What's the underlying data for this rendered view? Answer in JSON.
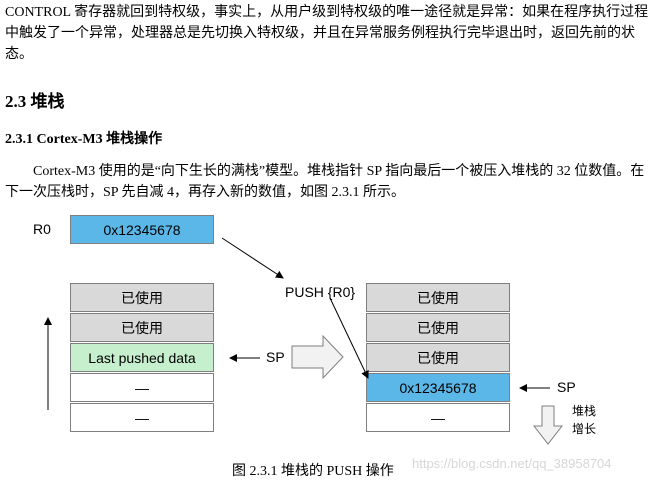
{
  "paragraphs": {
    "intro": "CONTROL 寄存器就回到特权级，事实上，从用户级到特权级的唯一途径就是异常：如果在程序执行过程中触发了一个异常，处理器总是先切换入特权级，并且在异常服务例程执行完毕退出时，返回先前的状态。",
    "section_title": "2.3  堆栈",
    "subsection_title": "2.3.1 Cortex-M3 堆栈操作",
    "body": "Cortex-M3 使用的是“向下生长的满栈”模型。堆栈指针 SP 指向最后一个被压入堆栈的 32 位数值。在下一次压栈时，SP 先自减 4，再存入新的数值，如图 2.3.1 所示。"
  },
  "figure": {
    "register_label": "R0",
    "register_value": "0x12345678",
    "push_label": "PUSH {R0}",
    "left_stack": [
      "已使用",
      "已使用",
      "Last pushed data",
      "—",
      "—"
    ],
    "right_stack": [
      "已使用",
      "已使用",
      "已使用",
      "0x12345678",
      "—"
    ],
    "sp_left": "SP",
    "sp_right": "SP",
    "growth_label_1": "堆栈",
    "growth_label_2": "增长",
    "caption": "图 2.3.1 堆栈的 PUSH 操作"
  },
  "watermark": "https://blog.csdn.net/qq_38958704",
  "colors": {
    "used": "#d9d9d9",
    "last_pushed": "#c6efce",
    "new_value": "#5bb7e8"
  }
}
